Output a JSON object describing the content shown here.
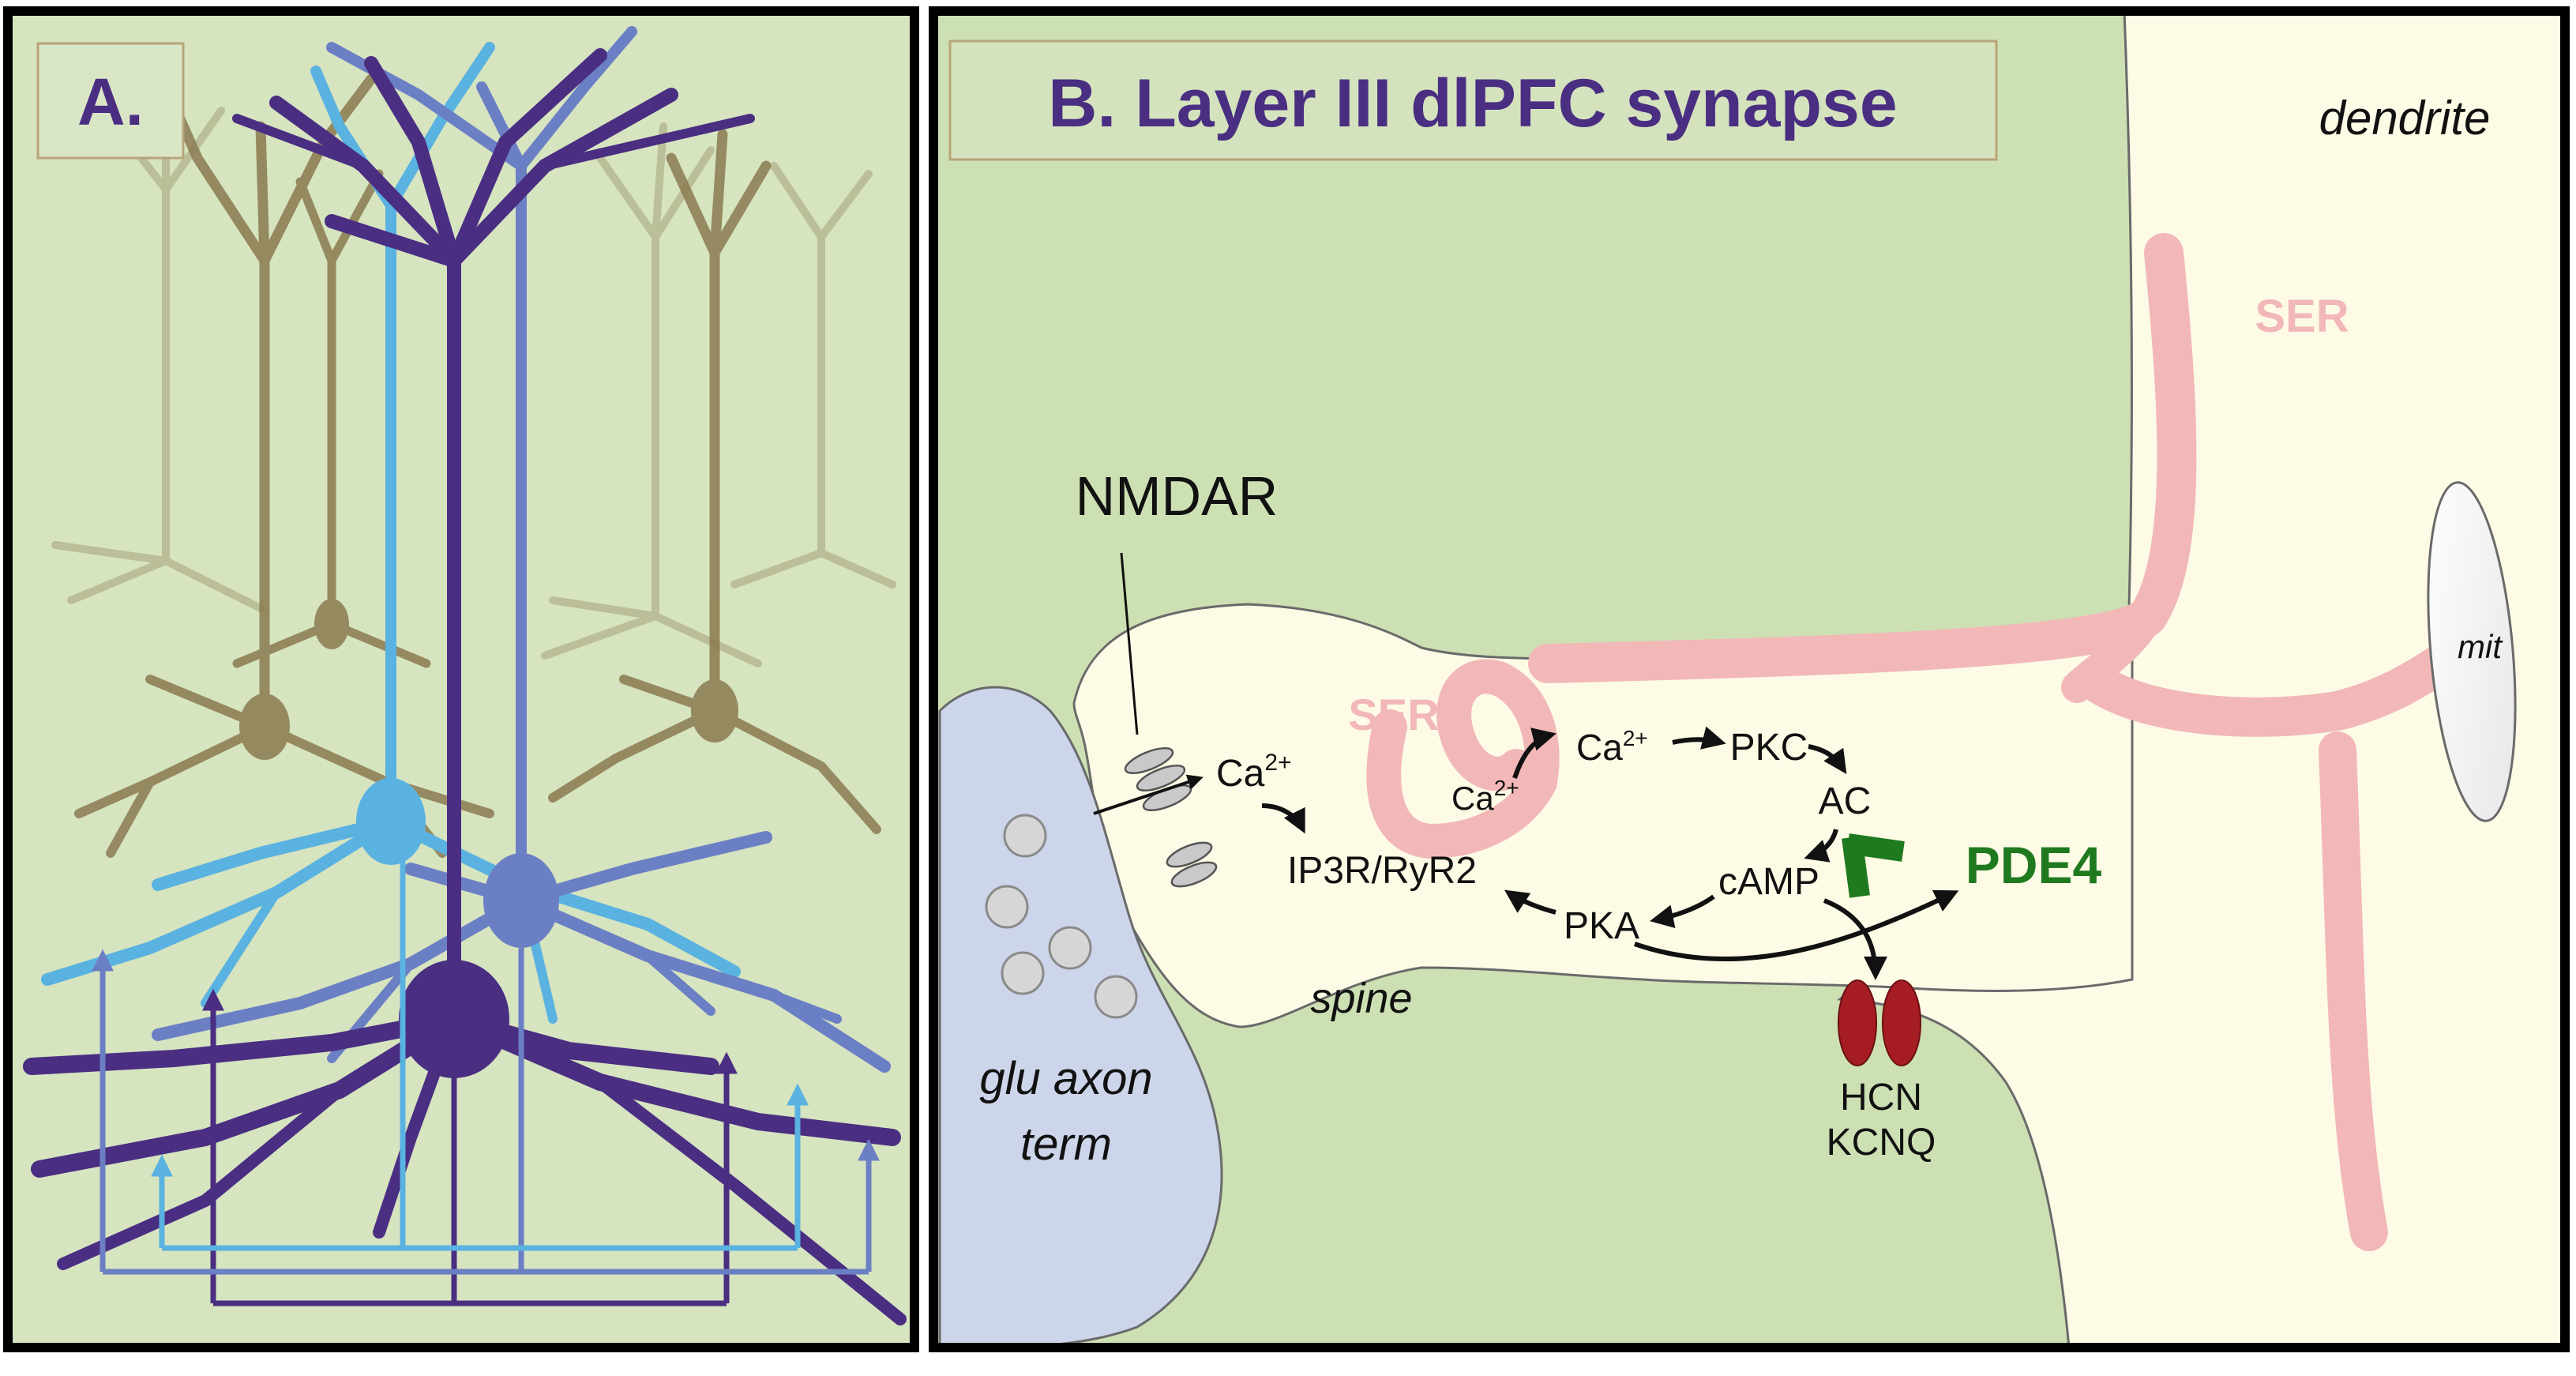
{
  "panel_a": {
    "label": "A."
  },
  "panel_b": {
    "title": "B. Layer III dlPFC synapse",
    "labels": {
      "dendrite": "dendrite",
      "ser_dendrite": "SER",
      "ser_spine": "SER",
      "mit": "mit",
      "nmdar": "NMDAR",
      "ca_in": "Ca",
      "ca_in_sup": "2+",
      "ca_ser": "Ca",
      "ca_ser_sup": "2+",
      "ca_pkc": "Ca",
      "ca_pkc_sup": "2+",
      "pkc": "PKC",
      "ac": "AC",
      "camp": "cAMP",
      "pka": "PKA",
      "ip3r": "IP3R/RyR2",
      "pde4": "PDE4",
      "spine": "spine",
      "glu_1": "glu axon",
      "glu_2": "term",
      "hcn": "HCN",
      "kcnq": "KCNQ"
    }
  },
  "colors": {
    "panel_a_bg": "#d6e4c0",
    "panel_b_bg": "#cde0b4",
    "cytoplasm": "#fdfbe6",
    "axon_terminal": "#cdd5ea",
    "ser": "#f2b8b8",
    "pde4": "#1f7a1f",
    "channel": "#a51d23",
    "title_text": "#4a2e82",
    "neuron_dark": "#4a2e82",
    "neuron_mid": "#6b7fc4",
    "neuron_light": "#5ab2e0",
    "neuron_olive": "#8a7a50"
  }
}
